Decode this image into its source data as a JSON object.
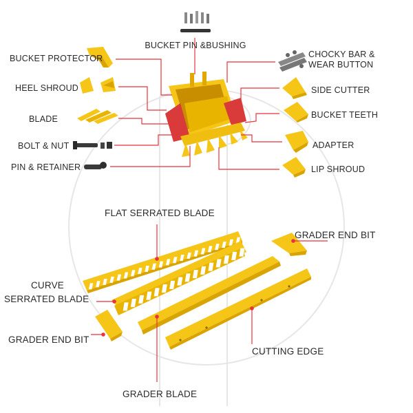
{
  "colors": {
    "part_yellow": "#f5c518",
    "part_shade": "#d9a400",
    "leader": "#e8323c",
    "dot": "#e8323c",
    "watermark": "#e4e4e4"
  },
  "labels": {
    "bucket_pin_bushing": "BUCKET PIN &BUSHING",
    "bucket_protector": "BUCKET PROTECTOR",
    "heel_shroud": "HEEL SHROUD",
    "blade": "BLADE",
    "bolt_nut": "BOLT & NUT",
    "pin_retainer": "PIN & RETAINER",
    "chocky_bar_line1": "CHOCKY BAR &",
    "chocky_bar_line2": "WEAR BUTTON",
    "side_cutter": "SIDE CUTTER",
    "bucket_teeth": "BUCKET TEETH",
    "adapter": "ADAPTER",
    "lip_shroud": "LIP SHROUD",
    "flat_serrated_blade": "FLAT SERRATED BLADE",
    "grader_end_bit_right": "GRADER END BIT",
    "curve_serrated_line1": "CURVE",
    "curve_serrated_line2": "SERRATED BLADE",
    "grader_end_bit_left": "GRADER END BIT",
    "cutting_edge": "CUTTING EDGE",
    "grader_blade": "GRADER BLADE"
  }
}
